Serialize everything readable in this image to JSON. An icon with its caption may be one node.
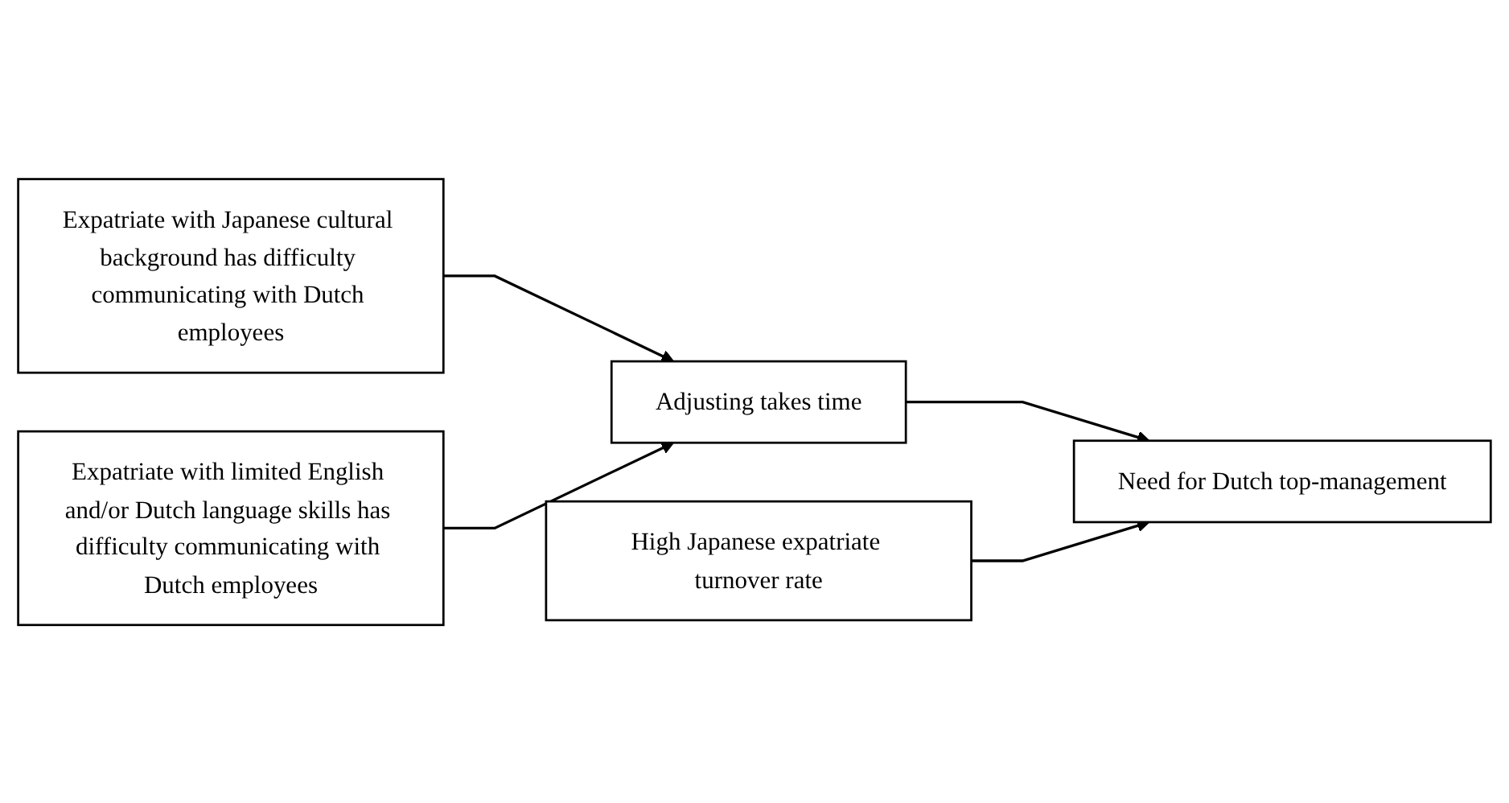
{
  "diagram": {
    "nodes": [
      {
        "text": [
          "Expatriate with Japanese cultural background has difficulty communicating with Dutch employees"
        ]
      },
      {
        "text": [
          "Expatriate with limited English and/or Dutch language skills has difficulty communicating with Dutch employees"
        ]
      },
      {
        "text": [
          "High Japanese expatriate turnover rate"
        ]
      },
      {
        "text": [
          "Adjusting takes time"
        ]
      },
      {
        "text": [
          "Need for Dutch top-management"
        ]
      }
    ],
    "edges": [
      {
        "from": 0,
        "to": 3,
        "arrow": "to"
      },
      {
        "from": 1,
        "to": 3,
        "arrow": "to"
      },
      {
        "from": 3,
        "to": 4,
        "arrow": "to"
      },
      {
        "from": 2,
        "to": 4,
        "arrow": "to"
      }
    ]
  }
}
